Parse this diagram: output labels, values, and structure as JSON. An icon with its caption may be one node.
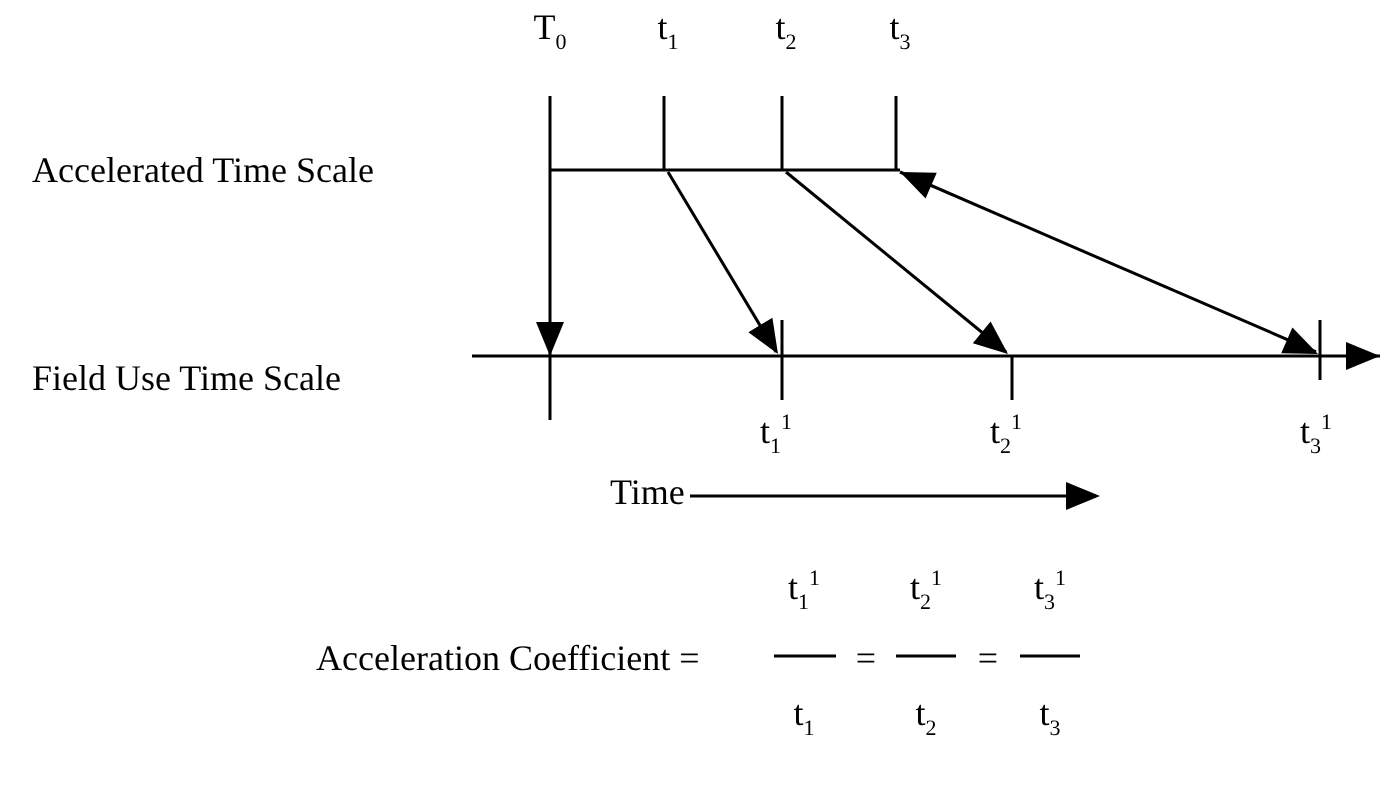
{
  "diagram": {
    "labels": [
      "T$_{0}$",
      "t$_{1}$",
      "t$_{2}$",
      "t$_{3}$",
      "Accelerated Time Scale",
      "Field Use Time Scale",
      "t$_{1}$$^{1}$",
      "t$_{2}$$^{1}$",
      "t$_{3}$$^{1}$",
      "Time",
      "t$_{1}$$^{1}$",
      "t$_{2}$$^{1}$",
      "t$_{3}$$^{1}$",
      "Acceleration Coefficient =",
      "=",
      "=",
      "t$_{1}$",
      "t$_{2}$",
      "t$_{3}$"
    ]
  }
}
